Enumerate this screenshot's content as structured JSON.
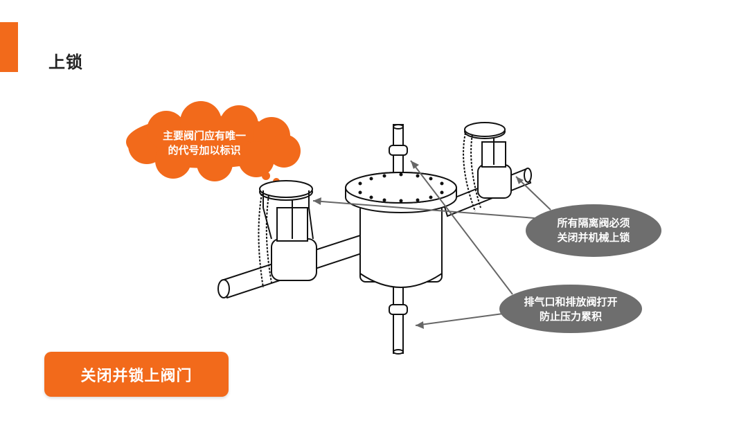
{
  "header": {
    "title": "上锁"
  },
  "diagram": {
    "cloud_note": "主要阀门应有唯一\n的代号加以标识",
    "callout_isolation": "所有隔离阀必须\n关闭并机械上锁",
    "callout_vent": "排气口和排放阀打开\n防止压力累积"
  },
  "action": {
    "label": "关闭并锁上阀门"
  },
  "colors": {
    "accent": "#f26a1b",
    "callout_gray": "#6e6e6e"
  }
}
